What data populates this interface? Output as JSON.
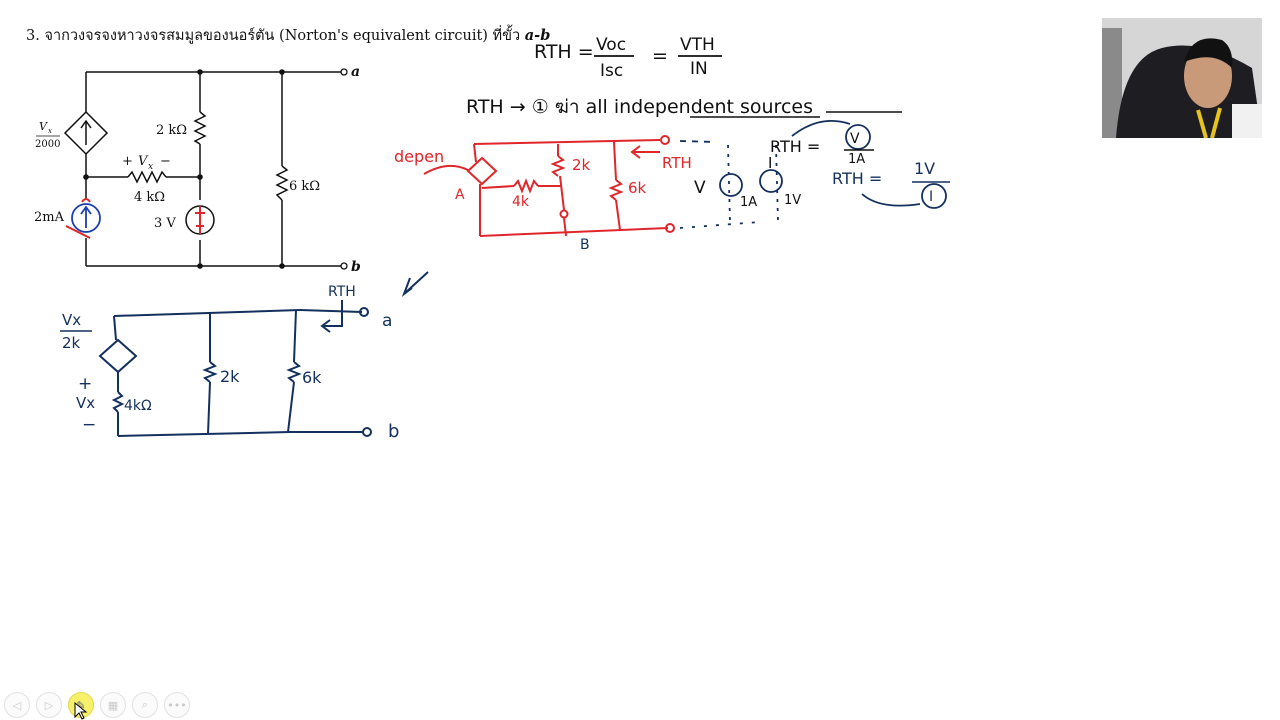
{
  "problem": {
    "number": "3.",
    "text": "จากวงจรจงหาวงจรสมมูลของนอร์ตัน (Norton's equivalent circuit) ที่ขั้ว",
    "terminals": "a-b"
  },
  "circuit": {
    "dep_source_num": "V",
    "dep_source_sub": "x",
    "dep_source_den": "2000",
    "current_source": "2mA",
    "r_2k": "2 kΩ",
    "vx_label_plus": "+",
    "vx_label_v": "V",
    "vx_label_sub": "x",
    "vx_label_minus": "−",
    "r_4k": "4 kΩ",
    "voltage_source": "3 V",
    "r_6k": "6 kΩ",
    "terminal_a": "a",
    "terminal_b": "b"
  },
  "notes": {
    "rth_formula_left": "RTH =",
    "voc": "Voc",
    "isc": "Isc",
    "equals": "=",
    "vth": "VTH",
    "in": "IN",
    "step_text": "RTH → ① ฆ่า all independent sources",
    "red_depen": "depen",
    "red_rth": "RTH",
    "red_a": "A",
    "red_b": "B",
    "red_2k": "2k",
    "red_4k": "4k",
    "red_6k": "6k",
    "rth_eq1_left": "RTH =",
    "rth_eq1_num": "V",
    "rth_eq1_den": "1A",
    "rth_eq2_left": "RTH =",
    "rth_eq2_num": "1V",
    "rth_eq2_den": "I",
    "label_v": "V",
    "label_i": "I",
    "label_1a": "1A",
    "label_1v": "1V",
    "blue_vx": "Vx",
    "blue_2k_den": "2k",
    "blue_plus": "+",
    "blue_vx2": "Vx",
    "blue_minus": "−",
    "blue_4k": "4kΩ",
    "blue_2k": "2k",
    "blue_6k": "6k",
    "blue_rth": "RTH",
    "blue_a": "a",
    "blue_b": "b"
  },
  "toolbar": {
    "buttons": [
      {
        "name": "prev-slide-button",
        "glyph": "◁"
      },
      {
        "name": "next-slide-button",
        "glyph": "▷"
      },
      {
        "name": "pen-tool-button",
        "glyph": "✎"
      },
      {
        "name": "slides-grid-button",
        "glyph": "▦"
      },
      {
        "name": "zoom-button",
        "glyph": "⌕"
      },
      {
        "name": "more-options-button",
        "glyph": "•••"
      }
    ]
  },
  "colors": {
    "ink_blue": "#14305e",
    "ink_red": "#e0262a",
    "highlight": "#f7f06a"
  }
}
